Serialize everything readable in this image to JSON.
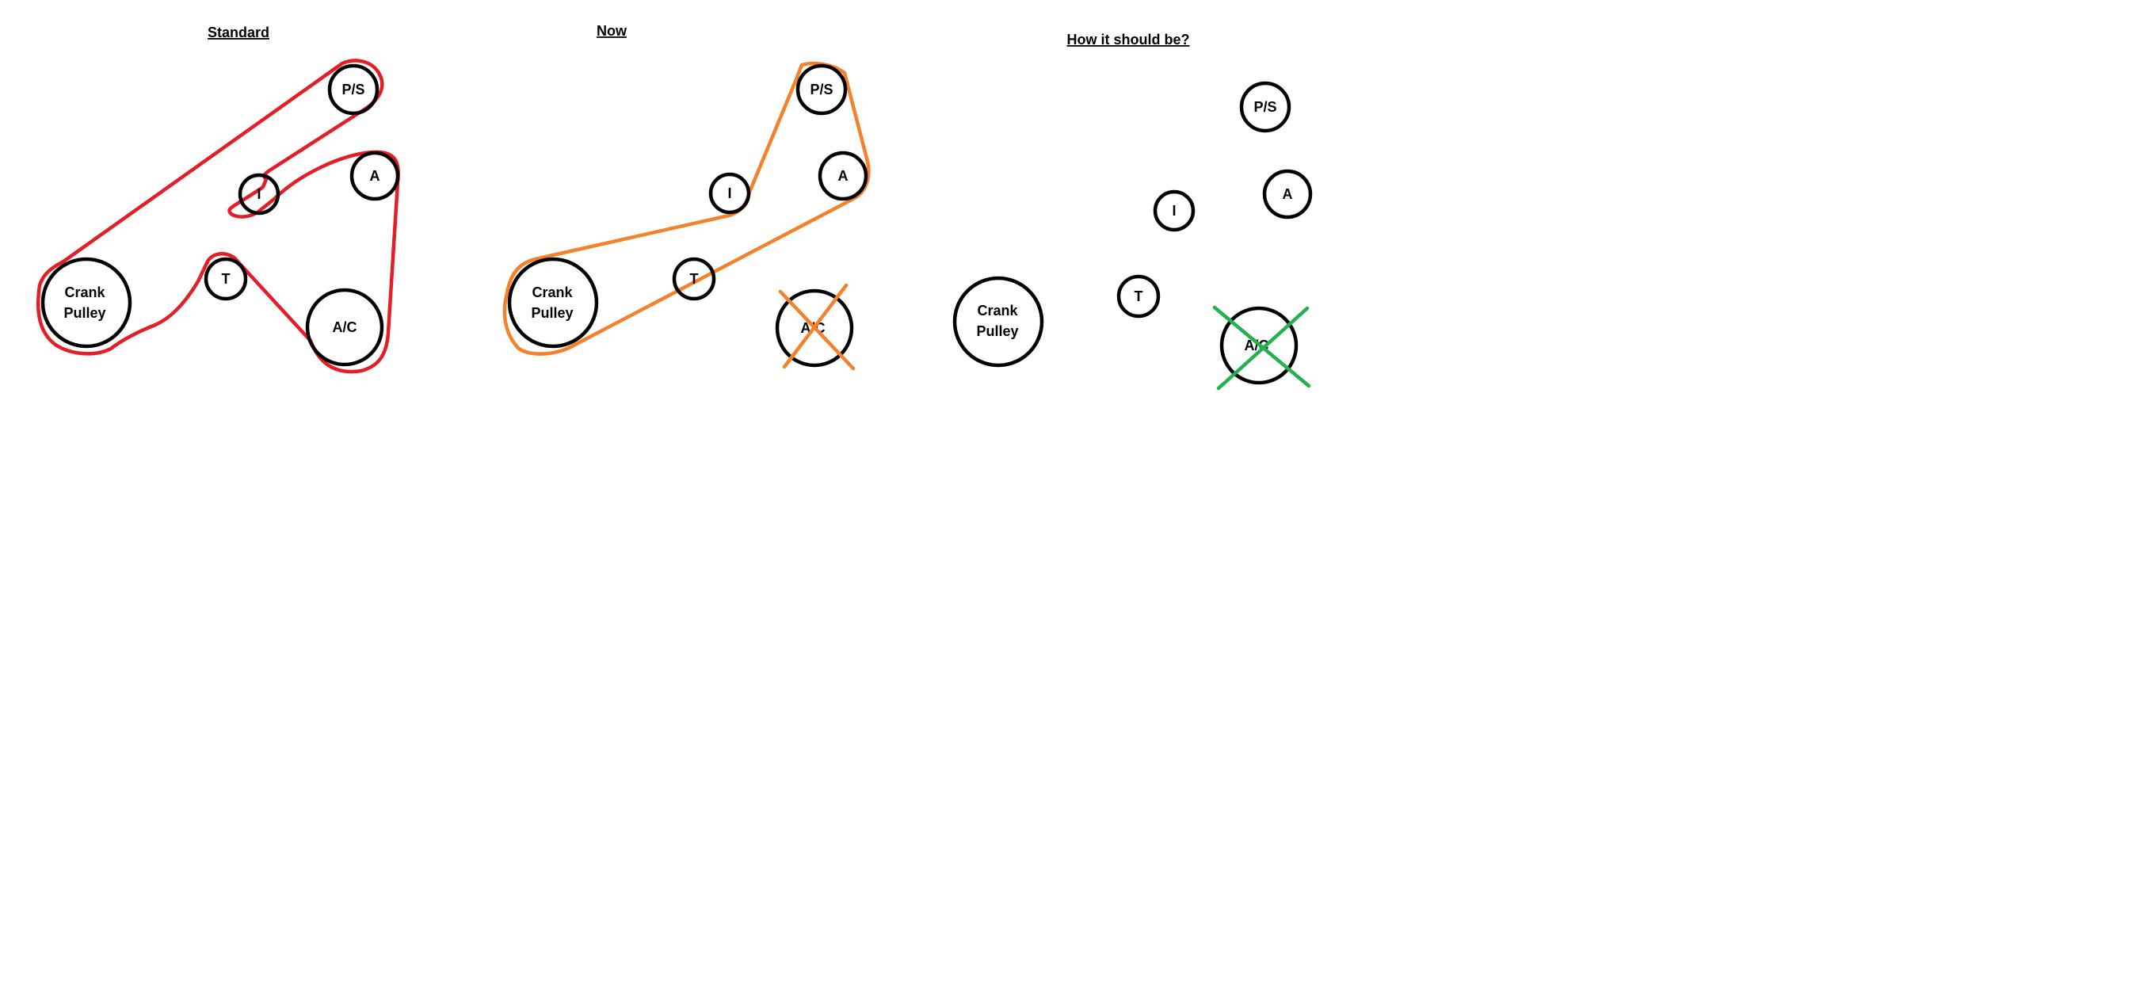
{
  "colors": {
    "standard_belt": "#e41e26",
    "now_belt": "#f4812b",
    "now_cross": "#f4812b",
    "should_cross": "#22b14c",
    "pulley_outline": "#000000"
  },
  "diagrams": [
    {
      "title": "Standard",
      "pulleys": {
        "crank": [
          "Crank",
          "Pulley"
        ],
        "ps": "P/S",
        "idler": "I",
        "alternator": "A",
        "tensioner": "T",
        "ac": "A/C"
      }
    },
    {
      "title": "Now",
      "pulleys": {
        "crank": [
          "Crank",
          "Pulley"
        ],
        "ps": "P/S",
        "idler": "I",
        "alternator": "A",
        "tensioner": "T",
        "ac": "A/C"
      }
    },
    {
      "title": "How it should be?",
      "pulleys": {
        "crank": [
          "Crank",
          "Pulley"
        ],
        "ps": "P/S",
        "idler": "I",
        "alternator": "A",
        "tensioner": "T",
        "ac": "A/C"
      }
    }
  ]
}
